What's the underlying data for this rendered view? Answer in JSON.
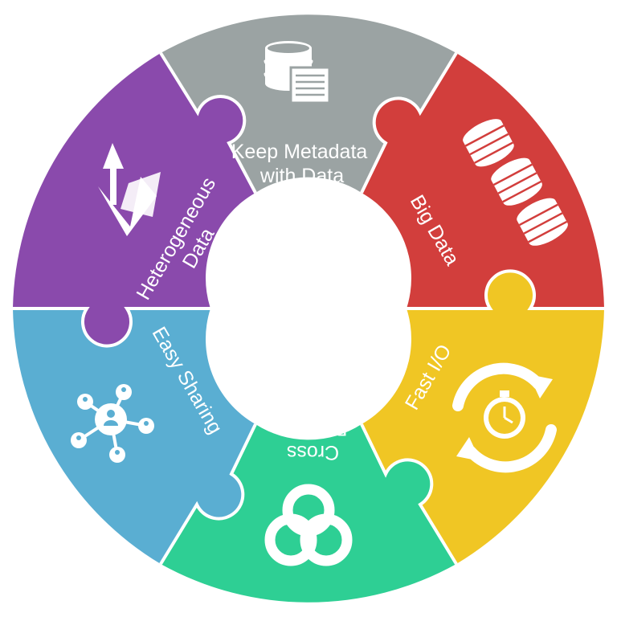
{
  "segments": [
    {
      "id": "metadata",
      "lines": [
        "Keep Metadata",
        "with Data"
      ],
      "color": "#9ba3a3",
      "icon": "database-document-icon"
    },
    {
      "id": "bigdata",
      "lines": [
        "Big Data"
      ],
      "color": "#d23e3c",
      "icon": "stacked-disks-icon"
    },
    {
      "id": "fastio",
      "lines": [
        "Fast I/O"
      ],
      "color": "#f0c624",
      "icon": "stopwatch-refresh-icon"
    },
    {
      "id": "cross",
      "lines": [
        "Cross",
        "Platform"
      ],
      "color": "#2ecf94",
      "icon": "trefoil-knot-icon"
    },
    {
      "id": "sharing",
      "lines": [
        "Easy Sharing"
      ],
      "color": "#5aaed2",
      "icon": "people-network-icon"
    },
    {
      "id": "hetero",
      "lines": [
        "Heterogeneous",
        "Data"
      ],
      "color": "#8a4aac",
      "icon": "mixed-data-icon"
    }
  ]
}
